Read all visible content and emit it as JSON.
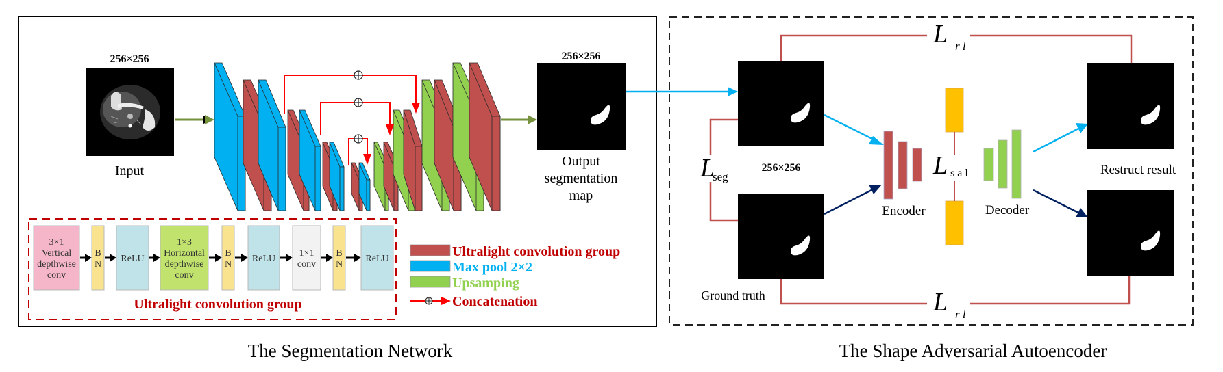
{
  "colors": {
    "conv_red": "#c0504d",
    "pool_blue": "#00b0f0",
    "upsample_green": "#92d050",
    "skip_red": "#ff0000",
    "legend_text_red": "#c00000",
    "loss_line": "#c0504d",
    "latent_yellow": "#ffc000",
    "navy_arrow": "#002060",
    "flow_green": "#76923c",
    "block_pink": "#f4b6c8",
    "block_yellow": "#f9e38e",
    "block_cyan": "#bfe3e8",
    "block_lime": "#c1e36e",
    "block_white": "#f2f2f2"
  },
  "segmentation_network": {
    "caption": "The Segmentation Network",
    "input": {
      "size_label": "256×256",
      "label": "Input"
    },
    "output": {
      "size_label": "256×256",
      "label_lines": [
        "Output",
        "segmentation",
        "map"
      ]
    },
    "layers": [
      {
        "type": "pool"
      },
      {
        "type": "conv"
      },
      {
        "type": "pool"
      },
      {
        "type": "conv"
      },
      {
        "type": "pool"
      },
      {
        "type": "conv"
      },
      {
        "type": "pool"
      },
      {
        "type": "conv"
      },
      {
        "type": "pool"
      },
      {
        "type": "up"
      },
      {
        "type": "conv"
      },
      {
        "type": "up"
      },
      {
        "type": "conv"
      },
      {
        "type": "up"
      },
      {
        "type": "conv"
      },
      {
        "type": "up"
      },
      {
        "type": "conv"
      }
    ],
    "skip_symbol": "⊕",
    "conv_group": {
      "title": "Ultralight convolution group",
      "blocks": [
        {
          "kind": "pink",
          "lines": [
            "3×1",
            "Vertical",
            "depthwise",
            "conv"
          ]
        },
        {
          "kind": "bn",
          "lines": [
            "B",
            "N"
          ]
        },
        {
          "kind": "relu",
          "lines": [
            "ReLU"
          ]
        },
        {
          "kind": "lime",
          "lines": [
            "1×3",
            "Horizontal",
            "depthwise",
            "conv"
          ]
        },
        {
          "kind": "bn",
          "lines": [
            "B",
            "N"
          ]
        },
        {
          "kind": "relu",
          "lines": [
            "ReLU"
          ]
        },
        {
          "kind": "white",
          "lines": [
            "1×1",
            "conv"
          ]
        },
        {
          "kind": "bn",
          "lines": [
            "B",
            "N"
          ]
        },
        {
          "kind": "relu",
          "lines": [
            "ReLU"
          ]
        }
      ]
    },
    "legend": [
      {
        "key": "conv",
        "label": "Ultralight convolution group"
      },
      {
        "key": "pool",
        "label": "Max pool 2×2"
      },
      {
        "key": "up",
        "label": "Upsamping"
      },
      {
        "key": "concat",
        "label": "Concatenation"
      }
    ]
  },
  "autoencoder": {
    "caption": "The Shape Adversarial Autoencoder",
    "seg_size_label": "256×256",
    "ground_truth_label": "Ground truth",
    "restruct_label": "Restruct result",
    "encoder_label": "Encoder",
    "decoder_label": "Decoder",
    "loss_rl": {
      "main": "L",
      "sub": "r l"
    },
    "loss_seg": {
      "main": "L",
      "sub": "seg"
    },
    "loss_sal": {
      "main": "L",
      "sub": "s a l"
    }
  }
}
